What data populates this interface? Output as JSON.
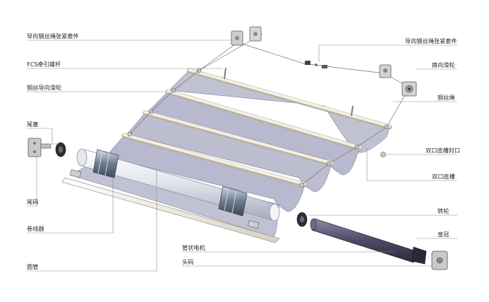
{
  "labels": {
    "guide_wire_tensioner_left": "导向钢丝绳张紧套件",
    "fcs_lead_screw": "FCS牵引螺杆",
    "wire_guide_pulley": "钢丝导向滑轮",
    "end_plug": "尾塞",
    "tail_bracket": "尾码",
    "cable_reel": "卷线器",
    "round_tube": "圆管",
    "tubular_motor": "管状电机",
    "head_bracket": "头码",
    "guide_wire_tensioner_right": "导向钢丝绳张紧套件",
    "reversing_pulley": "换向滑轮",
    "steel_wire_rope": "钢丝绳",
    "double_groove_end_cap": "双口底槽封口",
    "double_groove": "双口底槽",
    "adapter_wheel": "转轮",
    "crown": "皇冠"
  },
  "colors": {
    "fabric": "#b9b9cf",
    "fabric_edge": "#8d8da8",
    "rail": "#f1ece0",
    "tube": "#e9ebf0",
    "motor": "#4c4a63",
    "bracket": "#c9c9c9",
    "leader": "#8a8a8a"
  }
}
